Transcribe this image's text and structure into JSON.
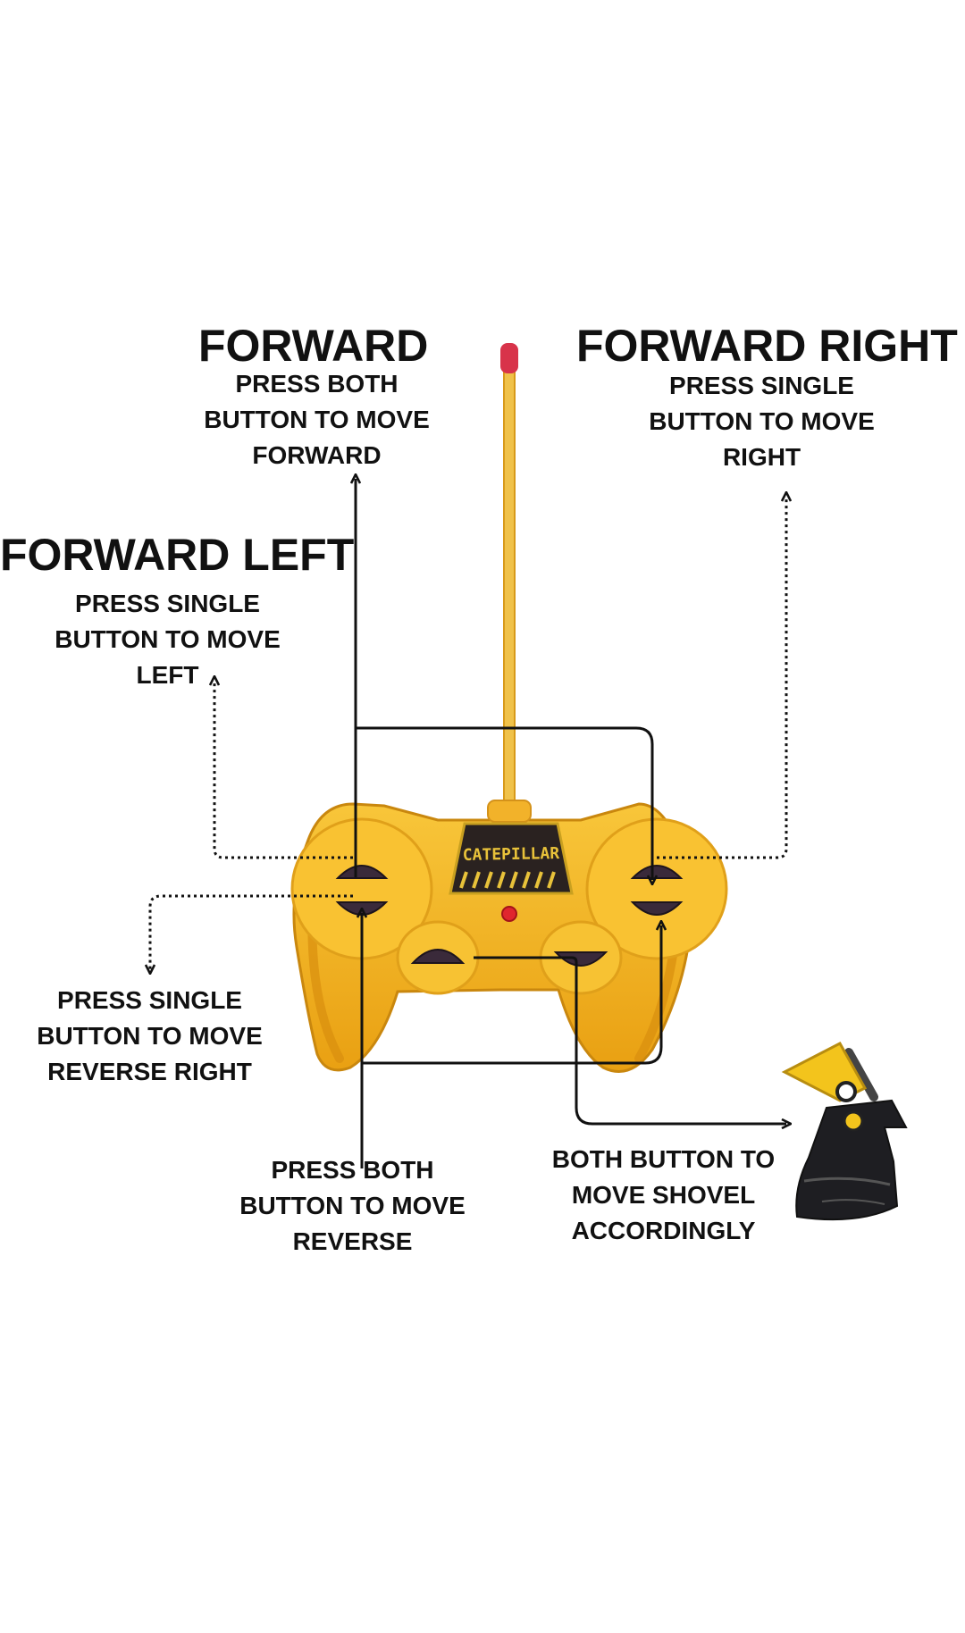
{
  "labels": {
    "forward": {
      "heading": "FORWARD",
      "lines": [
        "PRESS BOTH",
        "BUTTON TO MOVE",
        "FORWARD"
      ]
    },
    "forward_right": {
      "heading": "FORWARD RIGHT",
      "lines": [
        "PRESS SINGLE",
        "BUTTON TO MOVE",
        "RIGHT"
      ]
    },
    "forward_left": {
      "heading": "FORWARD LEFT",
      "lines": [
        "PRESS SINGLE",
        "BUTTON TO MOVE",
        "LEFT"
      ]
    },
    "reverse_right": {
      "lines": [
        "PRESS SINGLE",
        "BUTTON TO MOVE",
        "REVERSE RIGHT"
      ]
    },
    "reverse": {
      "lines": [
        "PRESS BOTH",
        "BUTTON TO MOVE",
        "REVERSE"
      ]
    },
    "shovel": {
      "lines": [
        "BOTH BUTTON TO",
        "MOVE SHOVEL",
        "ACCORDINGLY"
      ]
    }
  },
  "controller": {
    "badge_text": "CATEPILLAR"
  },
  "colors": {
    "controller_body": "#f4b41c",
    "controller_shade": "#d98f0e",
    "antenna": "#f0c24a",
    "antenna_tip": "#d8334a",
    "button_dark": "#3a2a3a",
    "badge_bg": "#2a2220",
    "badge_text": "#e8c23a",
    "line": "#111111",
    "shovel_yellow": "#f3c41c",
    "shovel_dark": "#1e1e22"
  }
}
